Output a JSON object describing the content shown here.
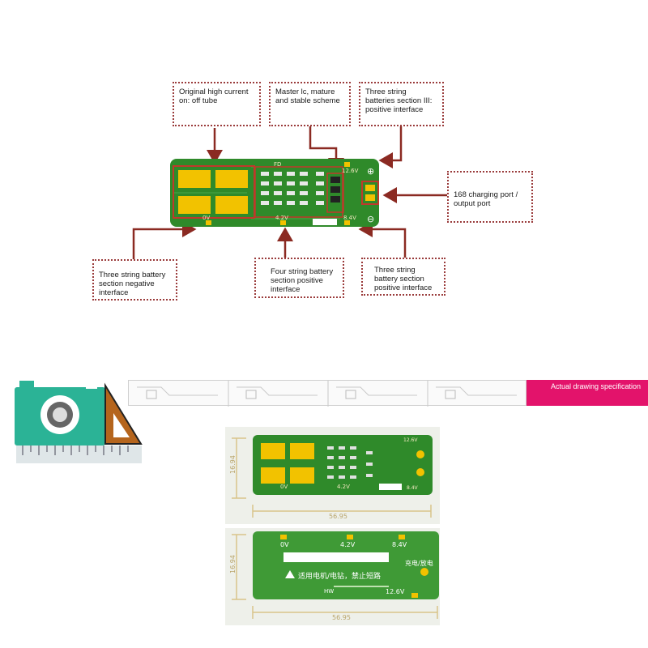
{
  "callouts": {
    "off_tube": "Original high current on: off tube",
    "master_ic": "Master lc, mature and stable scheme",
    "section3_pos": "Three string batteries section III: positive interface",
    "charging_port": "168 charging port / output port",
    "neg_interface": "Three string battery section negative interface",
    "four_string_pos": "Four string battery section positive interface",
    "three_string_pos": "Three string battery section positive interface"
  },
  "board_top": {
    "v0": "0V",
    "v42": "4.2V",
    "v84": "8.4V",
    "v126": "12.6V",
    "fd": "FD",
    "plus": "⊕",
    "minus": "⊖"
  },
  "banner": {
    "spec_label": "Actual drawing specification"
  },
  "photo_top": {
    "height_dim": "16.94",
    "width_dim": "56.95",
    "v0": "0V",
    "v42": "4.2V",
    "v84": "8.4V",
    "v126": "12.6V"
  },
  "photo_bottom": {
    "height_dim": "16.94",
    "width_dim": "56.95",
    "v0": "0V",
    "v42": "4.2V",
    "v84": "8.4V",
    "v126": "12.6V",
    "warning": "适用电机/电钻，禁止短路",
    "charge": "充电/放电",
    "hw": "HW"
  },
  "colors": {
    "pcb_green": "#2f8a2a",
    "callout_border": "#9a3b3b",
    "arrow": "#8b2a22",
    "pad_yellow": "#f2c200",
    "accent_pink": "#e3136b",
    "camera_teal": "#2bb396"
  }
}
